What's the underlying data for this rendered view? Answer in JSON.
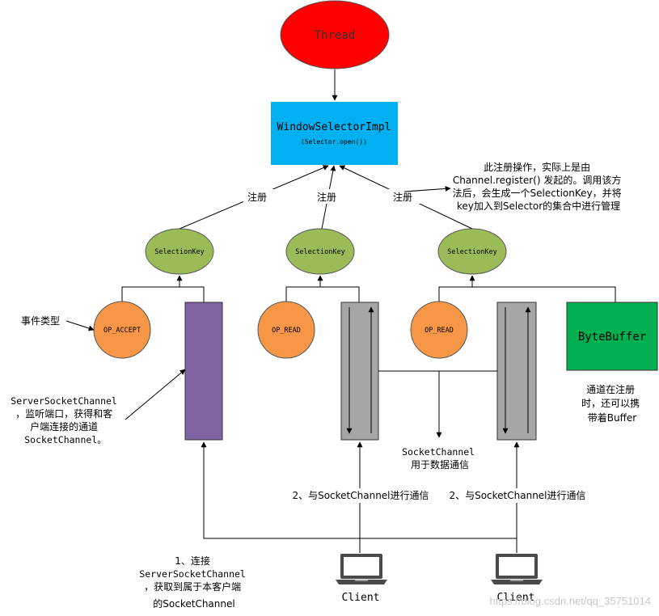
{
  "nodes": {
    "thread": "Thread",
    "selector_impl": "WindowSelectorImpl",
    "selector_open": "(Selector.open())",
    "selection_key": "SelectionKey",
    "op_accept": "OP_ACCEPT",
    "op_read": "OP_READ",
    "byte_buffer": "ByteBuffer",
    "client": "Client"
  },
  "labels": {
    "register": "注册",
    "register_note": [
      "此注册操作，实际上是由",
      "Channel.register() 发起的。调用该方",
      "法后，会生成一个SelectionKey，并将",
      "key加入到Selector的集合中进行管理"
    ],
    "event_type": "事件类型",
    "server_socket_note": [
      "ServerSocketChannel",
      "，监听端口，获得和客",
      "户端连接的通道",
      "SocketChannel。"
    ],
    "socket_channel_note": [
      "SocketChannel",
      "用于数据通信"
    ],
    "byte_buffer_note": [
      "通道在注册",
      "时，还可以携",
      "带着Buffer"
    ],
    "step2": "2、与SocketChannel进行通信",
    "step1": [
      "1、连接",
      "ServerSocketChannel",
      "，获取到属于本客户端",
      "的SocketChannel"
    ],
    "watermark": "https://blog.csdn.net/qq_35751014"
  },
  "colors": {
    "thread": "#ff0000",
    "selector_impl": "#00b0f0",
    "selection_key": "#9bbb59",
    "op_circle": "#f79646",
    "server_channel": "#8064a2",
    "socket_channel": "#a6a6a6",
    "byte_buffer": "#00b050"
  }
}
